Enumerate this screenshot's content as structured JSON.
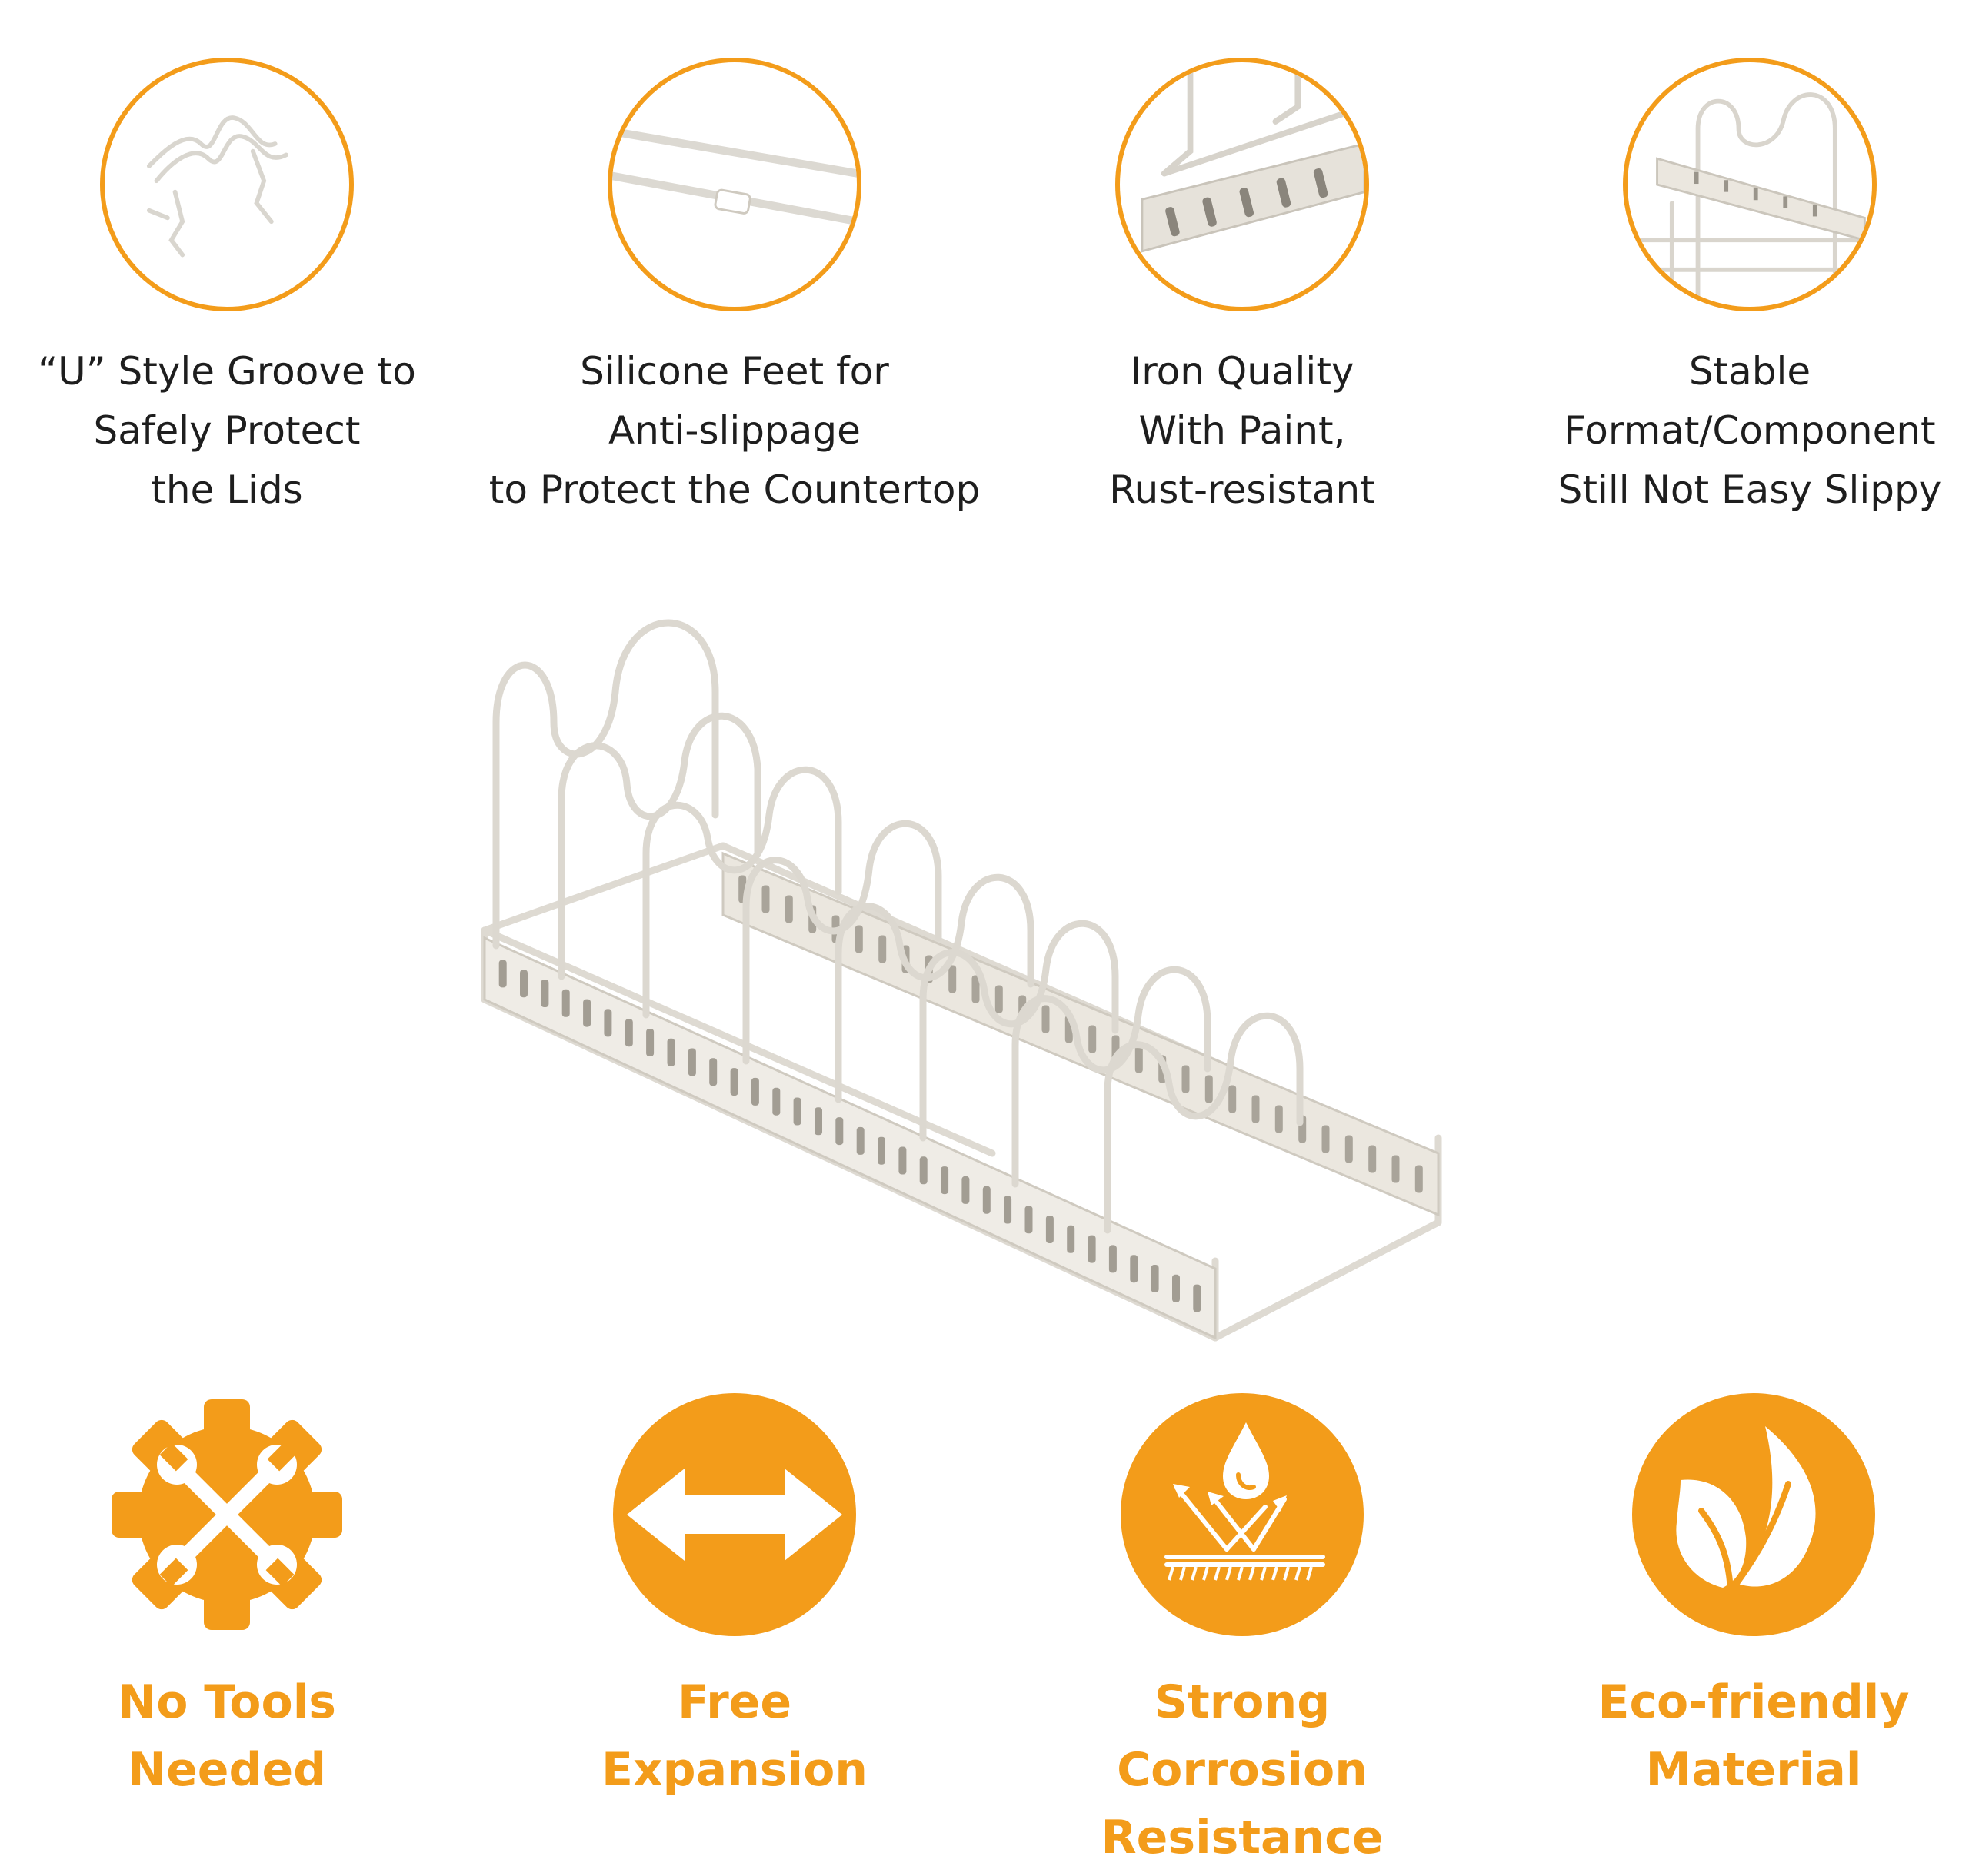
{
  "theme": {
    "accent": "#f39c1a",
    "text": "#1e1e1e",
    "background": "#ffffff"
  },
  "details": [
    {
      "icon": "u-groove-icon",
      "lines": [
        "“U” Style Groove to",
        "Safely Protect",
        "the Lids"
      ]
    },
    {
      "icon": "silicone-feet-icon",
      "lines": [
        "Silicone Feet for",
        "Anti-slippage",
        "to Protect the Countertop"
      ]
    },
    {
      "icon": "iron-frame-icon",
      "lines": [
        "Iron Quality",
        "With Paint,",
        "Rust-resistant"
      ]
    },
    {
      "icon": "stable-frame-icon",
      "lines": [
        "Stable",
        "Format/Component",
        "Still Not Easy Slippy"
      ]
    }
  ],
  "product": {
    "icon": "pot-lid-rack-icon"
  },
  "features": [
    {
      "icon": "tools-gear-icon",
      "lines": [
        "No Tools",
        "Needed"
      ]
    },
    {
      "icon": "expansion-arrow-icon",
      "lines": [
        "Free",
        "Expansion"
      ]
    },
    {
      "icon": "corrosion-shield-icon",
      "lines": [
        "Strong",
        "Corrosion",
        "Resistance"
      ]
    },
    {
      "icon": "eco-leaf-icon",
      "lines": [
        "Eco-friendly",
        "Material"
      ]
    }
  ]
}
